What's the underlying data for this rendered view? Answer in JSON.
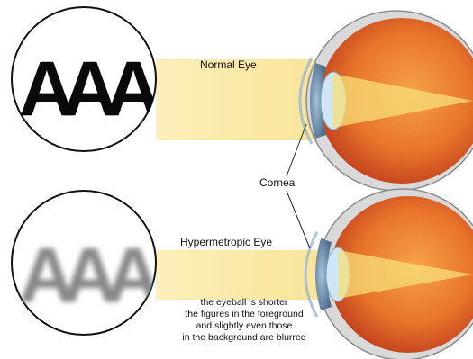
{
  "labels": {
    "normal_eye": "Normal Eye",
    "hypermetropic_eye": "Hypermetropic Eye",
    "cornea": "Cornea"
  },
  "caption": {
    "lines": [
      "the eyeball is shorter",
      "the figures in the foreground",
      "and slightly even those",
      "in the background are blurred"
    ]
  },
  "figures": {
    "sharp_text": "AAA",
    "blurred_text": "AAA"
  },
  "colors": {
    "eyeball_orange": "#e8752a",
    "eyeball_red": "#b8321c",
    "light_beam": "#f3d25a",
    "iris": "#6f8fb0",
    "sclera_outline": "#8c8c8c"
  },
  "icons": {
    "sharp": "letters-sharp-icon",
    "blurred": "letters-blurred-icon",
    "eye": "eyeball-cross-section-icon"
  }
}
